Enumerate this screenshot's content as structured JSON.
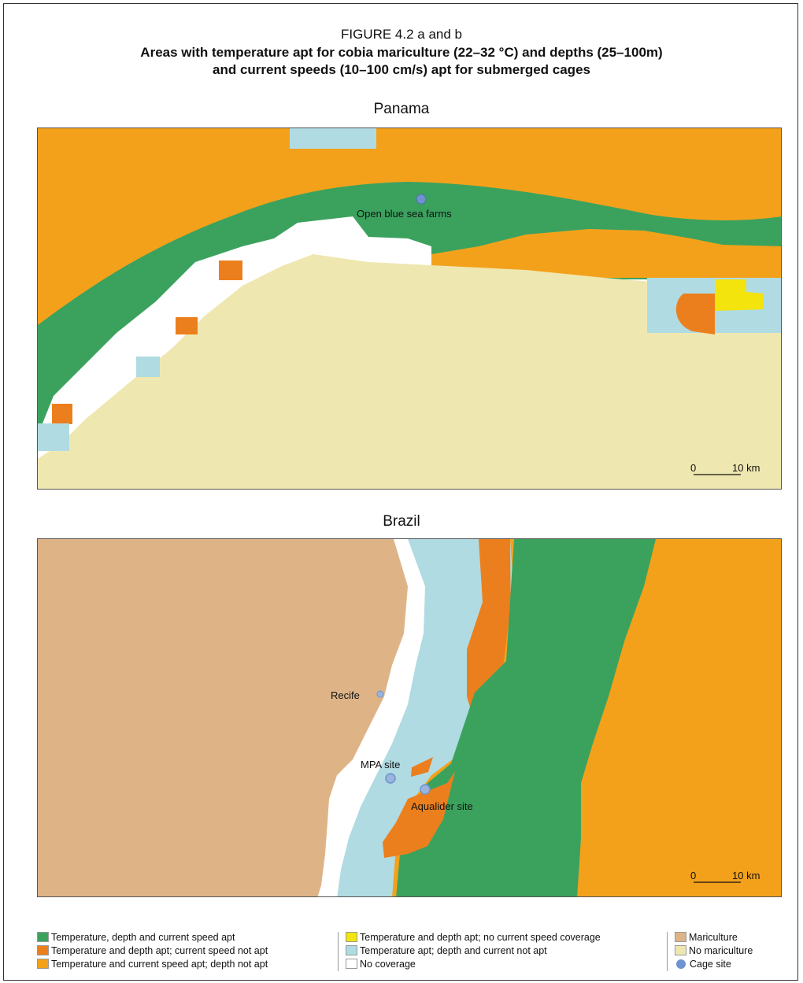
{
  "figure": {
    "label": "FIGURE 4.2 a and b",
    "title_line1": "Areas with temperature apt for cobia mariculture (22–32 °C) and depths (25–100m)",
    "title_line2": "and current speeds (10–100 cm/s) apt for submerged cages"
  },
  "panama": {
    "title": "Panama",
    "sites": [
      {
        "label": "Open blue sea farms"
      }
    ],
    "scale": {
      "zero": "0",
      "distance": "10 km"
    }
  },
  "brazil": {
    "title": "Brazil",
    "places": [
      {
        "label": "Recife"
      }
    ],
    "sites": [
      {
        "label": "MPA site"
      },
      {
        "label": "Aqualider site"
      }
    ],
    "scale": {
      "zero": "0",
      "distance": "10 km"
    }
  },
  "legend": {
    "items": [
      {
        "label": "Temperature, depth and current speed apt",
        "color": "#3ba25e"
      },
      {
        "label": "Temperature and depth apt; current speed not apt",
        "color": "#ec7f1d"
      },
      {
        "label": "Temperature and current speed apt; depth not apt",
        "color": "#f3a11b"
      },
      {
        "label": "Temperature and depth apt;  no current speed coverage",
        "color": "#f2e40c"
      },
      {
        "label": "Temperature apt; depth and current not apt",
        "color": "#b0dbe2"
      },
      {
        "label": "No coverage",
        "color": "#ffffff"
      },
      {
        "label": "Mariculture",
        "color": "#deb487"
      },
      {
        "label": "No mariculture",
        "color": "#efe7b0"
      },
      {
        "label": "Cage site",
        "color": "#6f93cf"
      }
    ]
  },
  "colors": {
    "green": "#3ba25e",
    "dark_orange": "#ec7f1d",
    "orange": "#f3a11b",
    "yellow": "#f2e40c",
    "light_blue": "#b0dbe2",
    "white": "#ffffff",
    "tan": "#deb487",
    "beige": "#efe7b0",
    "cage": "#6f93cf"
  }
}
